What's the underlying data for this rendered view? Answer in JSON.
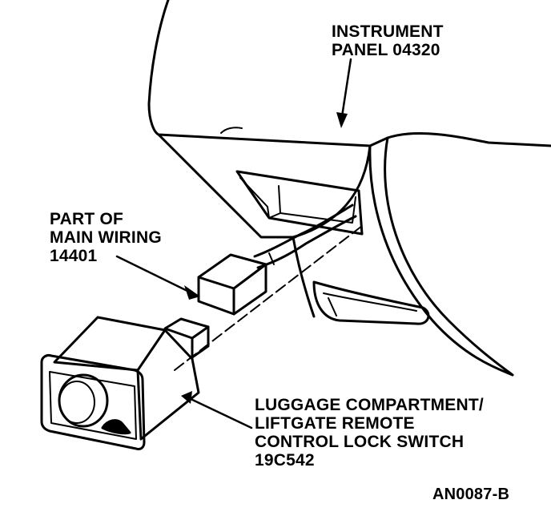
{
  "labels": {
    "instrument_panel": [
      "INSTRUMENT",
      "PANEL 04320"
    ],
    "main_wiring": [
      "PART OF",
      "MAIN WIRING",
      "14401"
    ],
    "lock_switch": [
      "LUGGAGE COMPARTMENT/",
      "LIFTGATE REMOTE",
      "CONTROL LOCK SWITCH",
      "19C542"
    ],
    "figure_code": "AN0087-B"
  }
}
